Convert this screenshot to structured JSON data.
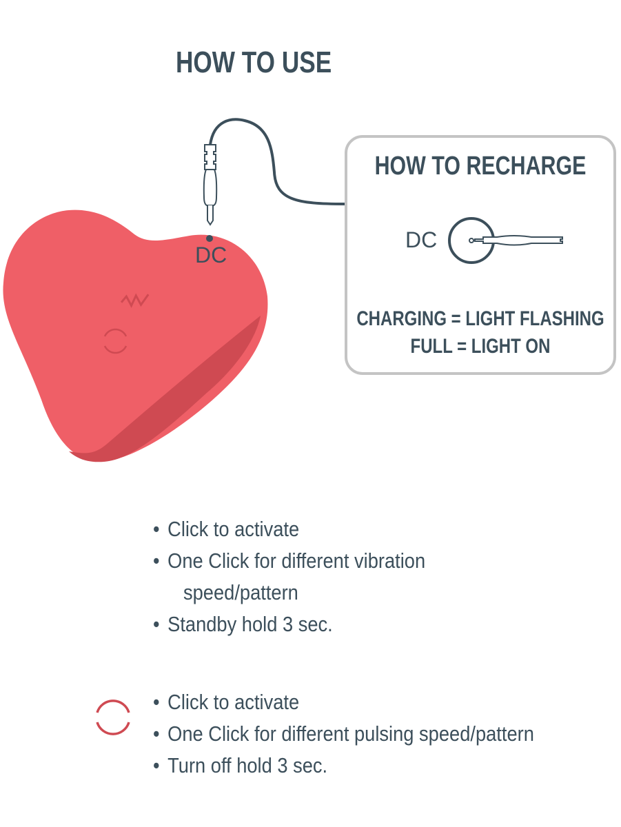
{
  "title": "HOW TO USE",
  "device": {
    "port_label": "DC"
  },
  "recharge": {
    "title": "HOW TO RECHARGE",
    "port_label": "DC",
    "status_lines": [
      "CHARGING = LIGHT FLASHING",
      "FULL = LIGHT ON"
    ]
  },
  "instructions": {
    "vibration": {
      "icon": "zigzag-vibration-icon",
      "items": [
        "Click to activate",
        "One Click for different vibration",
        "speed/pattern",
        "Standby hold 3 sec."
      ]
    },
    "pulse": {
      "icon": "broken-circle-pulse-icon",
      "items": [
        "Click to activate",
        "One Click for different pulsing speed/pattern",
        "Turn off hold 3 sec."
      ]
    }
  },
  "colors": {
    "text": "#3c4f5b",
    "heart": "#ef5f67",
    "heart_shadow": "#cf4a52",
    "border": "#c4c4c4"
  }
}
